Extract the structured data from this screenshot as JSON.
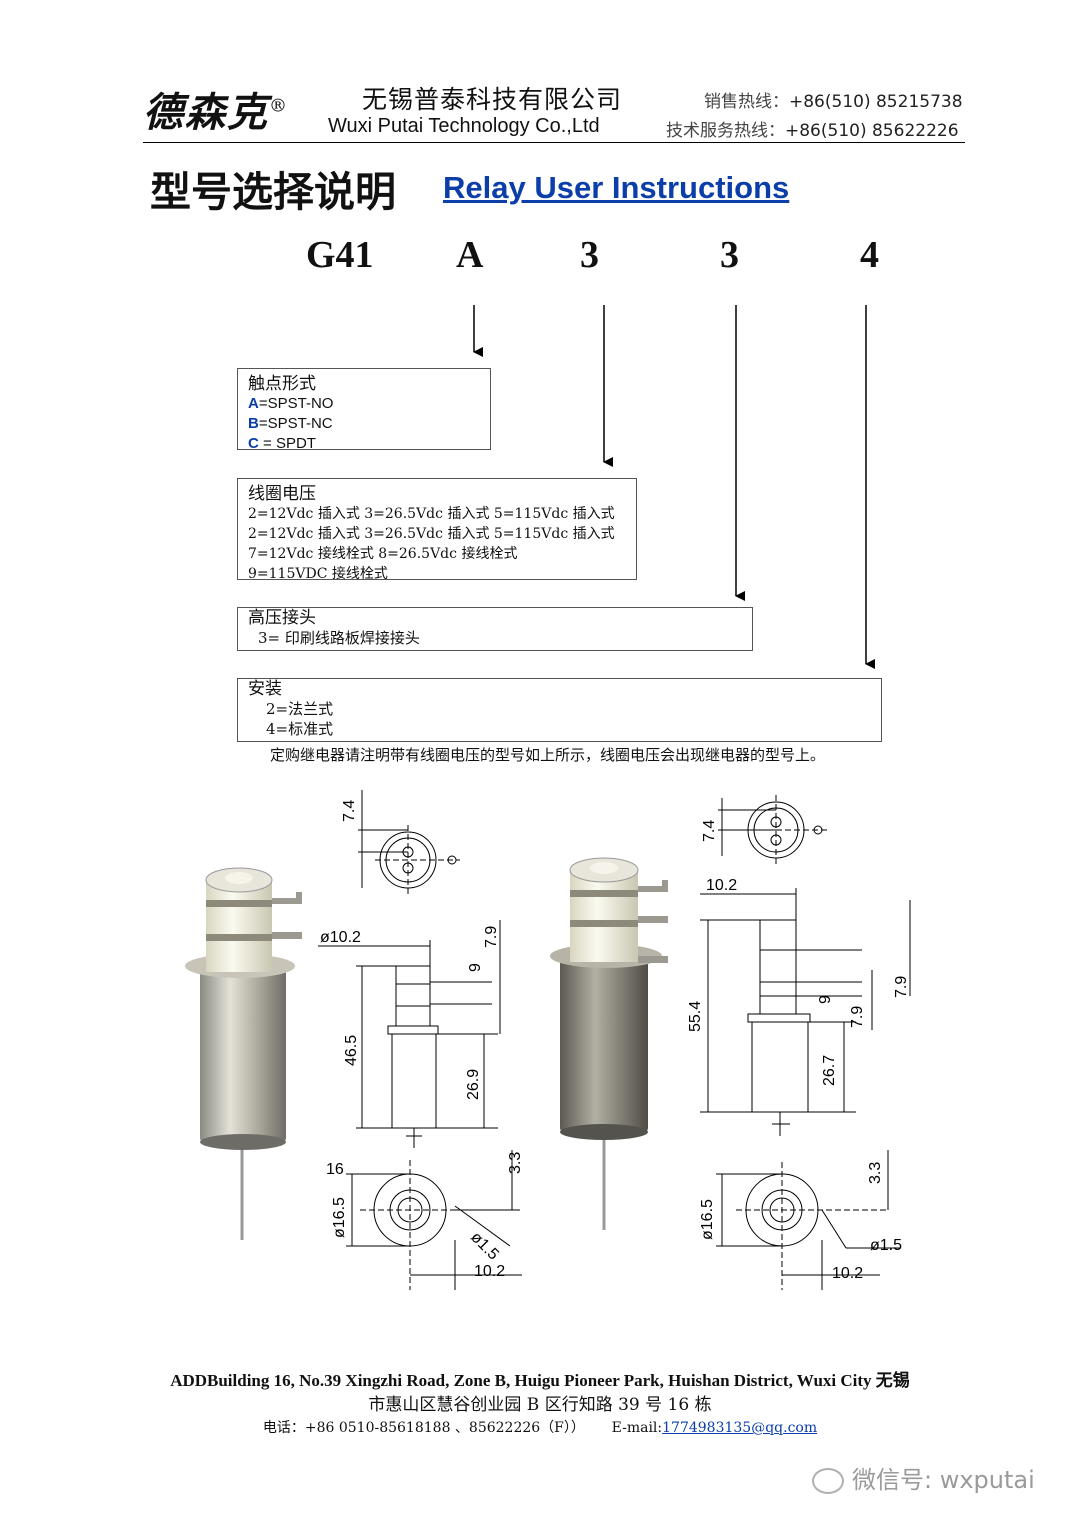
{
  "header": {
    "logo_text": "德森克",
    "logo_mark": "®",
    "company_cn": "无锡普泰科技有限公司",
    "company_en": "Wuxi Putai Technology Co.,Ltd",
    "sales_label": "销售热线：",
    "sales_phone": "+86(510) 85215738",
    "tech_label": "技术服务热线：",
    "tech_phone": "+86(510) 85622226"
  },
  "title": {
    "cn": "型号选择说明",
    "en": "Relay User Instructions"
  },
  "model_code": [
    "G41",
    "A",
    "3",
    "3",
    "4"
  ],
  "boxes": {
    "contact": {
      "heading": "触点形式",
      "items": [
        {
          "key": "A",
          "text": "=SPST-NO"
        },
        {
          "key": "B",
          "text": "=SPST-NC"
        },
        {
          "key": "C",
          "text": " = SPDT"
        }
      ]
    },
    "coil": {
      "heading": "线圈电压",
      "lines": [
        "2=12Vdc 插入式 3=26.5Vdc 插入式 5=115Vdc 插入式",
        "2=12Vdc 插入式 3=26.5Vdc 插入式 5=115Vdc 插入式",
        "7=12Vdc 接线栓式 8=26.5Vdc 接线栓式",
        "9=115VDC 接线栓式"
      ]
    },
    "hv": {
      "heading": "高压接头",
      "lines": [
        "3= 印刷线路板焊接接头"
      ]
    },
    "mount": {
      "heading": "安装",
      "lines": [
        "2=法兰式",
        "4=标准式"
      ]
    }
  },
  "note": "定购继电器请注明带有线圈电压的型号如上所示，线圈电压会出现继电器的型号上。",
  "drawing_left": {
    "dims": [
      "7.4",
      "ø10.2",
      "7.9",
      "9",
      "46.5",
      "26.9",
      "16",
      "ø16.5",
      "3.3",
      "ø1.5",
      "10.2"
    ]
  },
  "drawing_right": {
    "dims": [
      "7.4",
      "10.2",
      "55.4",
      "9",
      "7.9",
      "7.9",
      "26.7",
      "ø16.5",
      "3.3",
      "ø1.5",
      "10.2"
    ]
  },
  "footer": {
    "address_en": "ADDBuilding 16, No.39 Xingzhi Road, Zone B, Huigu Pioneer Park, Huishan District, Wuxi City 无锡",
    "address_cn": "市惠山区慧谷创业园 B 区行知路 39 号 16 栋",
    "phone_label": "电话：+86 0510-85618188 、85622226（F））",
    "email_label": "E-mail:",
    "email": "1774983135@qq.com"
  },
  "watermark": "微信号: wxputai"
}
